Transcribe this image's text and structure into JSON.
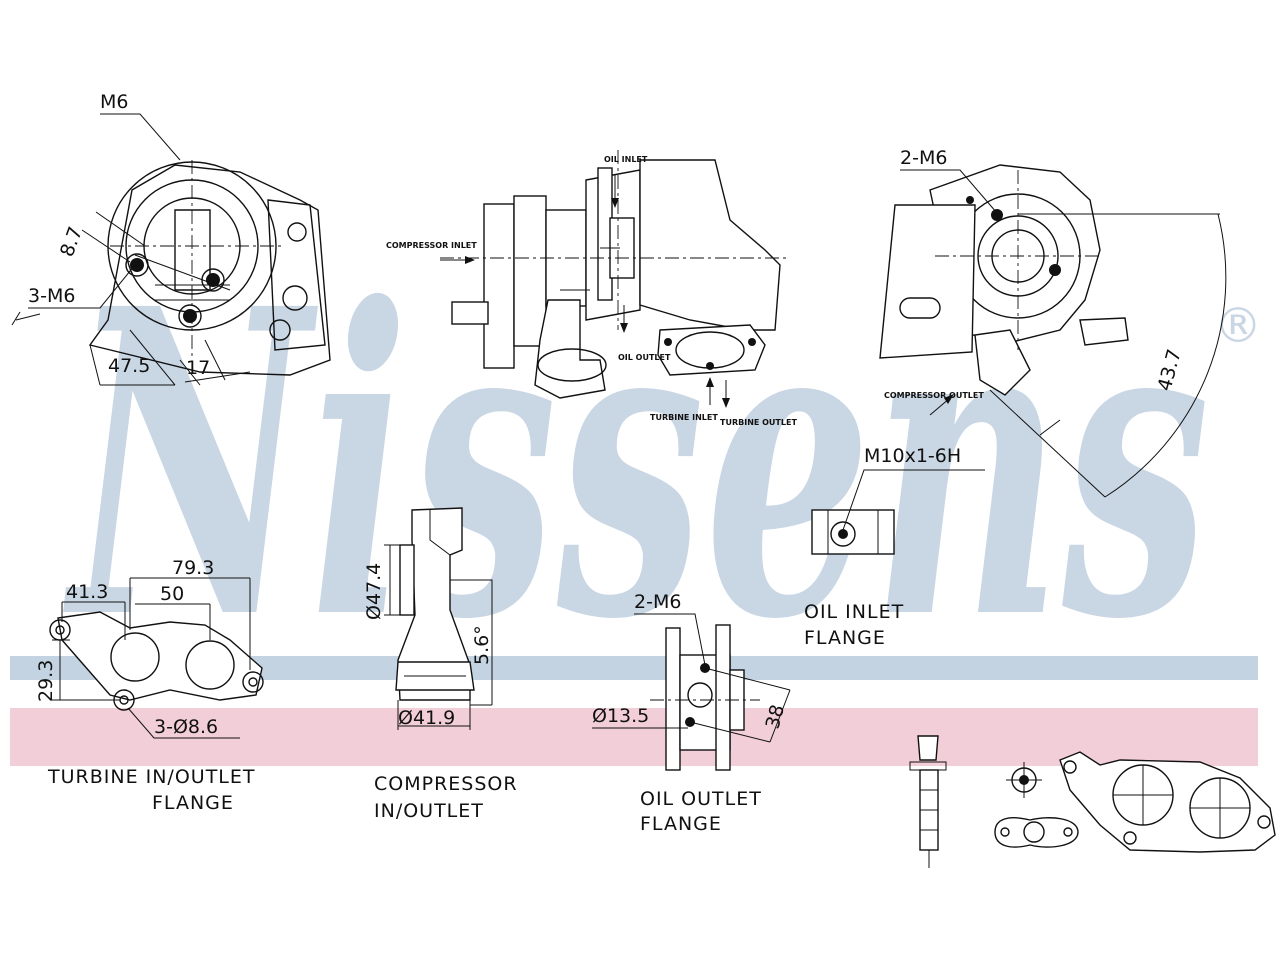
{
  "brand": {
    "wordmark": "Nissens",
    "registered": "®",
    "watermark_color": "#c9d6e4",
    "band_blue": "#c3d3e2",
    "band_pink": "#f2cfd8"
  },
  "views": {
    "front": {
      "labels": {
        "m6": "M6",
        "bolts": "3-M6",
        "d87": "8.7",
        "d475": "47.5",
        "d17": "17"
      }
    },
    "side": {
      "labels": {
        "oil_inlet": "OIL INLET",
        "compressor_inlet": "COMPRESSOR INLET",
        "oil_outlet": "OIL OUTLET",
        "turbine_inlet": "TURBINE INLET",
        "turbine_outlet": "TURBINE OUTLET"
      }
    },
    "rear": {
      "labels": {
        "bolts": "2-M6",
        "compressor_outlet": "COMPRESSOR OUTLET",
        "d437": "43.7"
      }
    },
    "oil_inlet_flange": {
      "thread": "M10x1-6H",
      "caption": [
        "OIL INLET",
        "FLANGE"
      ]
    },
    "turbine_flange": {
      "dims": {
        "d793": "79.3",
        "d413": "41.3",
        "d50": "50",
        "d293": "29.3",
        "holes": "3-Ø8.6"
      },
      "caption": [
        "TURBINE IN/OUTLET",
        "FLANGE"
      ]
    },
    "compressor": {
      "dims": {
        "d474": "Ø47.4",
        "d56": "5.6°",
        "d419": "Ø41.9"
      },
      "caption": [
        "COMPRESSOR",
        "IN/OUTLET"
      ]
    },
    "oil_outlet_flange": {
      "dims": {
        "bolts": "2-M6",
        "d135": "Ø13.5",
        "d38": "38"
      },
      "caption": [
        "OIL OUTLET",
        "FLANGE"
      ]
    }
  }
}
